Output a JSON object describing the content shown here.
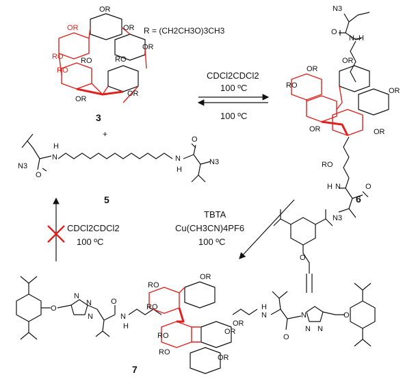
{
  "r_definition": "R = (CH2CH3O)3CH3",
  "compounds": {
    "c3": "3",
    "c5": "5",
    "c6": "6",
    "c7": "7"
  },
  "plus_sign": "+",
  "arrow_top": {
    "line1": "CDCl2CDCl2",
    "line2": "100 ºC"
  },
  "arrow_bottom_return": "100 ºC",
  "arrow_left": {
    "line1": "CDCl2CDCl2",
    "line2": "100 ºC"
  },
  "arrow_diagonal": {
    "line1": "TBTA",
    "line2": "Cu(CH3CN)4PF6",
    "line3": "100 ºC"
  },
  "atoms": {
    "or": "OR",
    "ro": "RO",
    "n3": "N3",
    "n": "N",
    "h": "H",
    "nh": "N–H",
    "o": "O"
  },
  "colors": {
    "pillararene": "#e0201c",
    "ink": "#111111"
  }
}
